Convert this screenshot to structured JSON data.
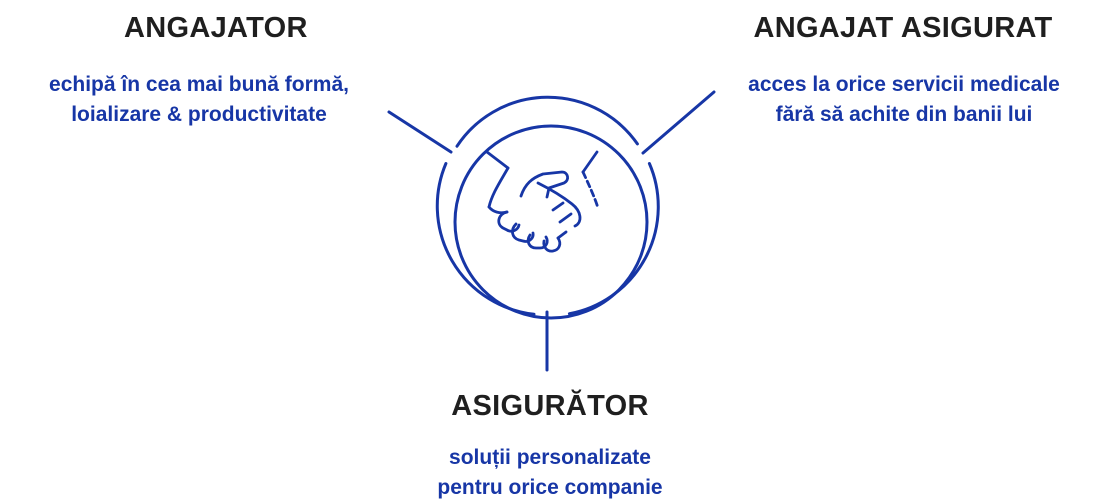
{
  "colors": {
    "heading": "#1f1f1f",
    "accent": "#1736a6",
    "background": "#ffffff"
  },
  "center": {
    "icon": "handshake-icon"
  },
  "employer": {
    "title": "ANGAJATOR",
    "lines": [
      "echipă în cea mai bună formă,",
      "loializare & productivitate"
    ]
  },
  "employee": {
    "title": "ANGAJAT ASIGURAT",
    "lines": [
      "acces la orice servicii medicale",
      "fără să achite din banii lui"
    ]
  },
  "insurer": {
    "title": "ASIGURĂTOR",
    "lines": [
      "soluții personalizate",
      "pentru orice companie"
    ]
  }
}
